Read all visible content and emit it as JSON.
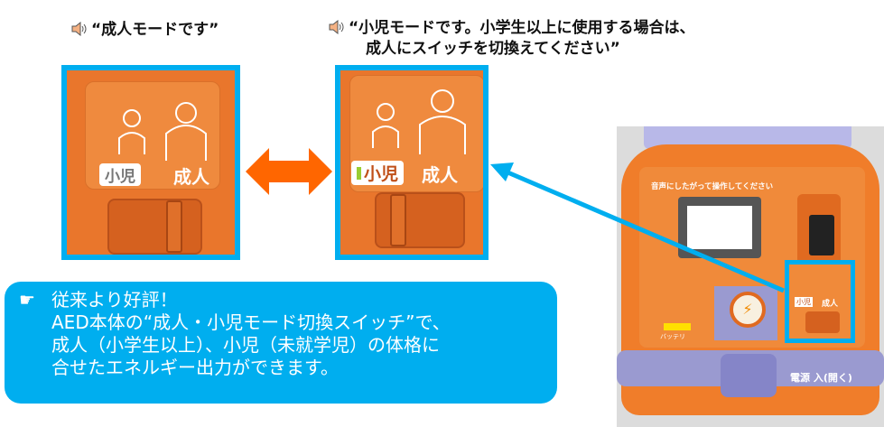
{
  "captions": {
    "adult": "“成人モードです”",
    "child_line1": "“小児モードです。小学生以上に使用する場合は、",
    "child_line2": "成人にスイッチを切換えてください”"
  },
  "panels": {
    "child_label": "小児",
    "adult_label": "成人"
  },
  "callout": {
    "icon": "pointing-hand-icon",
    "lines": [
      "従来より好評！",
      "AED本体の“成人・小児モード切換スイッチ”で、",
      "成人（小学生以上）、小児（未就学児）の体格に",
      "合せたエネルギー出力ができます。"
    ]
  },
  "device": {
    "instruction": "音声にしたがって操作してください",
    "battery": "バッテリ",
    "power": "電源",
    "power_open": "入(開く)"
  },
  "colors": {
    "accent_blue": "#00aeef",
    "arrow_orange": "#ff6600",
    "device_orange": "#f07d2a"
  }
}
